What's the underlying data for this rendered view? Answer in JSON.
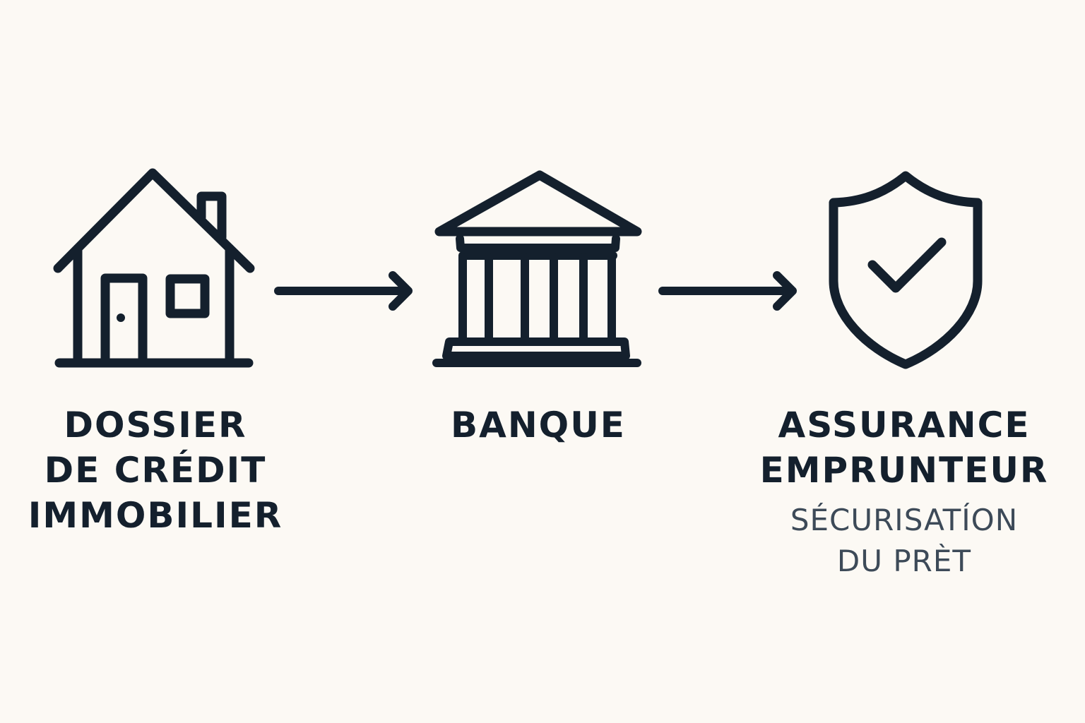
{
  "colors": {
    "background": "#fcf9f4",
    "ink": "#14202d",
    "subtext": "#3d4a58"
  },
  "steps": [
    {
      "icon": "house-icon",
      "label_lines": [
        "DOSSIER",
        "DE CRÉDIT",
        "IMMOBILIER"
      ]
    },
    {
      "icon": "bank-icon",
      "label_lines": [
        "BANQUE"
      ]
    },
    {
      "icon": "shield-check-icon",
      "label_lines": [
        "ASSURANCE",
        "EMPRUNTEUR"
      ],
      "sub_lines": [
        "SÉCURISATÍON",
        "DU PRÈT"
      ]
    }
  ],
  "connectors": [
    "arrow-right-icon",
    "arrow-right-icon"
  ]
}
